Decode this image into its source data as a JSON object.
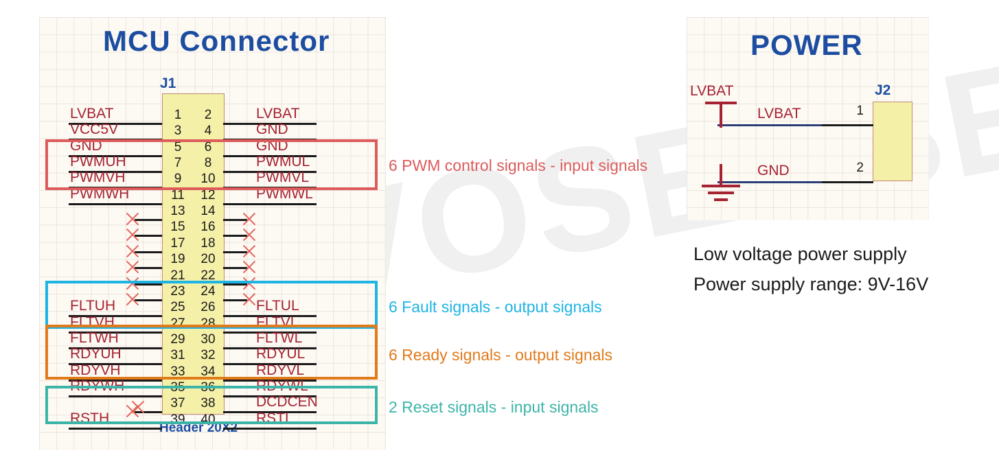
{
  "watermark": {
    "text": "NOVOSENSE"
  },
  "mcu": {
    "title": "MCU   Connector",
    "ref_des": "J1",
    "footprint": "Header 20X2",
    "rows": [
      {
        "pin_odd": "1",
        "pin_even": "2",
        "left": "LVBAT",
        "right": "LVBAT"
      },
      {
        "pin_odd": "3",
        "pin_even": "4",
        "left": "VCC5V",
        "right": "GND"
      },
      {
        "pin_odd": "5",
        "pin_even": "6",
        "left": "GND",
        "right": "GND"
      },
      {
        "pin_odd": "7",
        "pin_even": "8",
        "left": "PWMUH",
        "right": "PWMUL"
      },
      {
        "pin_odd": "9",
        "pin_even": "10",
        "left": "PWMVH",
        "right": "PWMVL"
      },
      {
        "pin_odd": "11",
        "pin_even": "12",
        "left": "PWMWH",
        "right": "PWMWL"
      },
      {
        "pin_odd": "13",
        "pin_even": "14",
        "left": "",
        "right": ""
      },
      {
        "pin_odd": "15",
        "pin_even": "16",
        "left": "",
        "right": ""
      },
      {
        "pin_odd": "17",
        "pin_even": "18",
        "left": "",
        "right": ""
      },
      {
        "pin_odd": "19",
        "pin_even": "20",
        "left": "",
        "right": ""
      },
      {
        "pin_odd": "21",
        "pin_even": "22",
        "left": "",
        "right": ""
      },
      {
        "pin_odd": "23",
        "pin_even": "24",
        "left": "",
        "right": ""
      },
      {
        "pin_odd": "25",
        "pin_even": "26",
        "left": "FLTUH",
        "right": "FLTUL"
      },
      {
        "pin_odd": "27",
        "pin_even": "28",
        "left": "FLTVH",
        "right": "FLTVL"
      },
      {
        "pin_odd": "29",
        "pin_even": "30",
        "left": "FLTWH",
        "right": "FLTWL"
      },
      {
        "pin_odd": "31",
        "pin_even": "32",
        "left": "RDYUH",
        "right": "RDYUL"
      },
      {
        "pin_odd": "33",
        "pin_even": "34",
        "left": "RDYVH",
        "right": "RDYVL"
      },
      {
        "pin_odd": "35",
        "pin_even": "36",
        "left": "RDYWH",
        "right": "RDYWL"
      },
      {
        "pin_odd": "37",
        "pin_even": "38",
        "left": "",
        "right": "DCDCEN"
      },
      {
        "pin_odd": "39",
        "pin_even": "40",
        "left": "RSTH",
        "right": "RSTL"
      }
    ]
  },
  "groups": [
    {
      "id": "pwm",
      "color": "#dd5b5b",
      "annotation": "6 PWM control signals - input signals"
    },
    {
      "id": "fault",
      "color": "#1eb4e4",
      "annotation": "6 Fault signals - output signals"
    },
    {
      "id": "ready",
      "color": "#e07a1a",
      "annotation": "6 Ready signals - output signals"
    },
    {
      "id": "reset",
      "color": "#3cb5a8",
      "annotation": "2 Reset signals - input signals"
    }
  ],
  "power": {
    "title": "POWER",
    "ref_des": "J2",
    "supply_symbol_label": "LVBAT",
    "rows": [
      {
        "pin": "1",
        "net": "LVBAT"
      },
      {
        "pin": "2",
        "net": "GND"
      }
    ],
    "notes": [
      "Low voltage power supply",
      "Power supply range: 9V-16V"
    ]
  },
  "colors": {
    "title_blue": "#1c4da1",
    "net_red": "#a52231",
    "wire_black": "#1a1a1a",
    "wire_blue": "#2b3c77",
    "connector_fill": "#f4f0a8",
    "connector_border": "#c08a72",
    "grid_bg": "#fdfaf4"
  }
}
